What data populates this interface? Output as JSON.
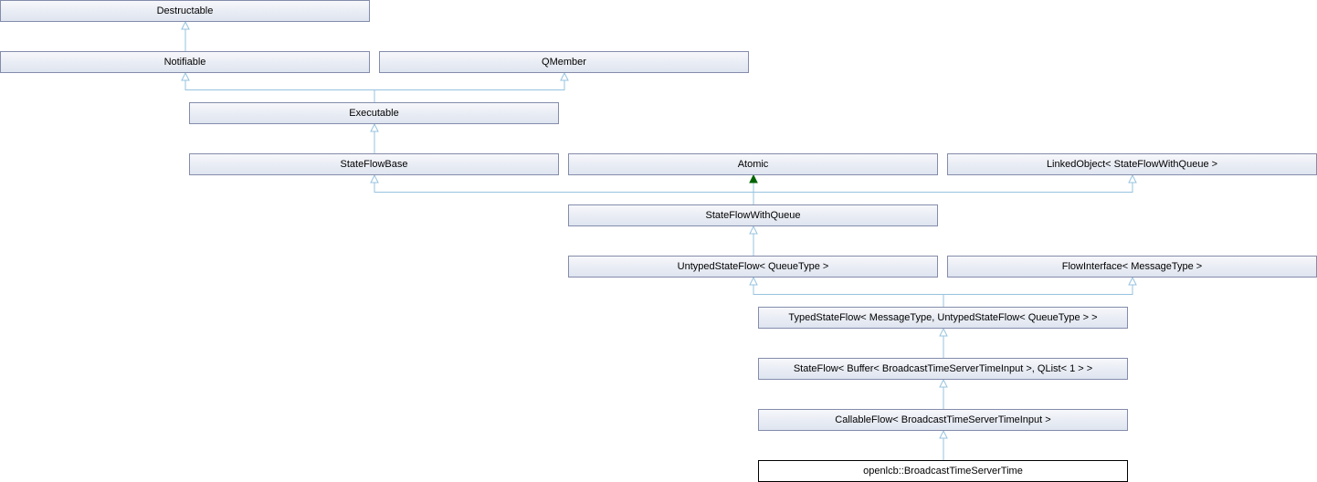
{
  "diagram": {
    "title": "",
    "nodes": {
      "destructable": "Destructable",
      "notifiable": "Notifiable",
      "qmember": "QMember",
      "executable": "Executable",
      "stateflowbase": "StateFlowBase",
      "atomic": "Atomic",
      "linkedobject": "LinkedObject< StateFlowWithQueue >",
      "stateflowwithqueue": "StateFlowWithQueue",
      "untypedstateflow": "UntypedStateFlow< QueueType >",
      "flowinterface": "FlowInterface< MessageType >",
      "typedstateflow": "TypedStateFlow< MessageType, UntypedStateFlow< QueueType > >",
      "stateflowbuffer": "StateFlow< Buffer< BroadcastTimeServerTimeInput >, QList< 1 > >",
      "callableflow": "CallableFlow< BroadcastTimeServerTimeInput >",
      "current": "openlcb::BroadcastTimeServerTime"
    },
    "edges": [
      [
        "notifiable",
        "destructable"
      ],
      [
        "executable",
        "notifiable"
      ],
      [
        "executable",
        "qmember"
      ],
      [
        "stateflowbase",
        "executable"
      ],
      [
        "stateflowwithqueue",
        "stateflowbase"
      ],
      [
        "stateflowwithqueue",
        "atomic"
      ],
      [
        "stateflowwithqueue",
        "linkedobject"
      ],
      [
        "untypedstateflow",
        "stateflowwithqueue"
      ],
      [
        "typedstateflow",
        "untypedstateflow"
      ],
      [
        "typedstateflow",
        "flowinterface"
      ],
      [
        "stateflowbuffer",
        "typedstateflow"
      ],
      [
        "callableflow",
        "stateflowbuffer"
      ],
      [
        "current",
        "callableflow"
      ]
    ],
    "colors": {
      "edge": "#97c3df",
      "usage_edge": "#006400",
      "node_border": "#848cac",
      "current_border": "#000000"
    }
  }
}
